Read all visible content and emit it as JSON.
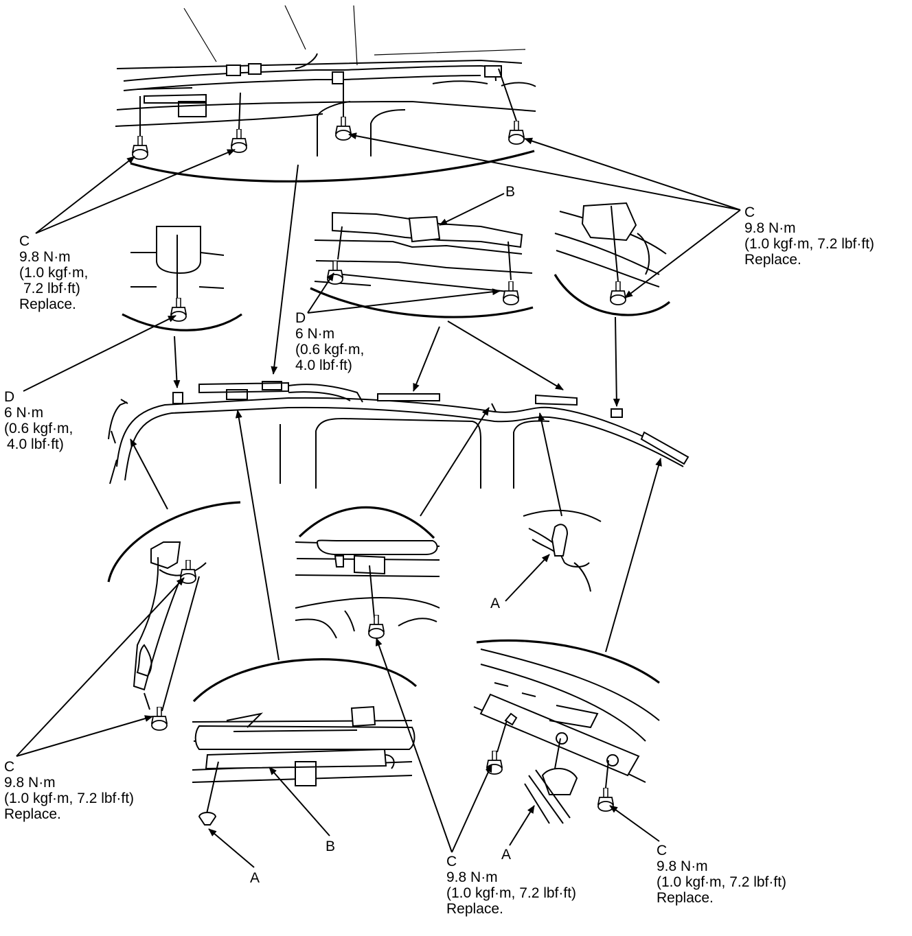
{
  "callouts": {
    "top_c": {
      "letter": "C",
      "torque": "9.8 N·m",
      "spec": "(1.0 kgf·m, 7.2 lbf·ft)",
      "note": "Replace."
    },
    "left_c": {
      "letter": "C",
      "torque": "9.8 N·m",
      "spec_1": "(1.0 kgf·m,",
      "spec_2": "7.2 lbf·ft)",
      "note": "Replace."
    },
    "top_b": {
      "letter": "B"
    },
    "center_d": {
      "letter": "D",
      "torque": "6 N·m",
      "spec_1": "(0.6 kgf·m,",
      "spec_2": "4.0 lbf·ft)"
    },
    "left_d": {
      "letter": "D",
      "torque": "6 N·m",
      "spec_1": "(0.6 kgf·m,",
      "spec_2": "4.0 lbf·ft)"
    },
    "mid_a": {
      "letter": "A"
    },
    "lower_left_c": {
      "letter": "C",
      "torque": "9.8 N·m",
      "spec": "(1.0 kgf·m, 7.2 lbf·ft)",
      "note": "Replace."
    },
    "lower_b": {
      "letter": "B"
    },
    "lower_a": {
      "letter": "A"
    },
    "bottom_c": {
      "letter": "C",
      "torque": "9.8 N·m",
      "spec": "(1.0 kgf·m, 7.2 lbf·ft)",
      "note": "Replace."
    },
    "bottom_a": {
      "letter": "A"
    },
    "bottom_right_c": {
      "letter": "C",
      "torque": "9.8 N·m",
      "spec": "(1.0 kgf·m, 7.2 lbf·ft)",
      "note": "Replace."
    }
  }
}
